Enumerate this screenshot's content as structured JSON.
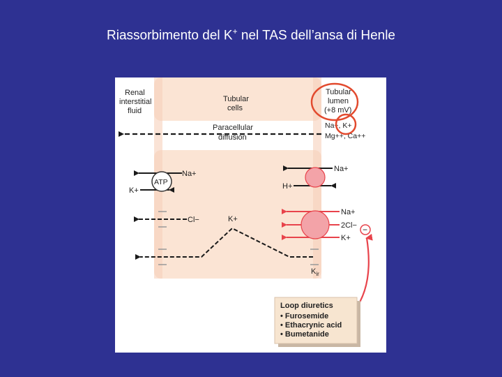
{
  "slide": {
    "title_main": "Riassorbimento del K",
    "title_sup": "+",
    "title_rest": " nel TAS dell’ansa di Henle"
  },
  "diagram": {
    "interstitial": [
      "Renal",
      "interstitial",
      "fluid"
    ],
    "cells": [
      "Tubular",
      "cells"
    ],
    "lumen": [
      "Tubular",
      "lumen",
      "(+8 mV)"
    ],
    "lumen_ions_1": "Na+, K+",
    "lumen_ions_2": "Mg++, Ca++",
    "paracellular": [
      "Paracellular",
      "diffusion"
    ],
    "atp": "ATP",
    "basal_na": "Na+",
    "basal_k": "K+",
    "basal_cl": "Cl−",
    "cell_k": "K+",
    "nhe_na": "Na+",
    "nhe_h": "H+",
    "nkcc_na": "Na+",
    "nkcc_cl": "2Cl−",
    "nkcc_k": "K+",
    "inhibit": "−",
    "kir": "K",
    "kir_sub": "ir",
    "diuretics_title": "Loop diuretics",
    "diuretics": [
      "• Furosemide",
      "• Ethacrynic acid",
      "• Bumetanide"
    ]
  },
  "colors": {
    "background": "#2e3192",
    "cell_fill": "#fbe4d4",
    "transporter": "#f3a3a8",
    "arrow_red": "#e8434b",
    "circle_red": "#e24a2e",
    "drug_box": "#f7e5d0"
  }
}
